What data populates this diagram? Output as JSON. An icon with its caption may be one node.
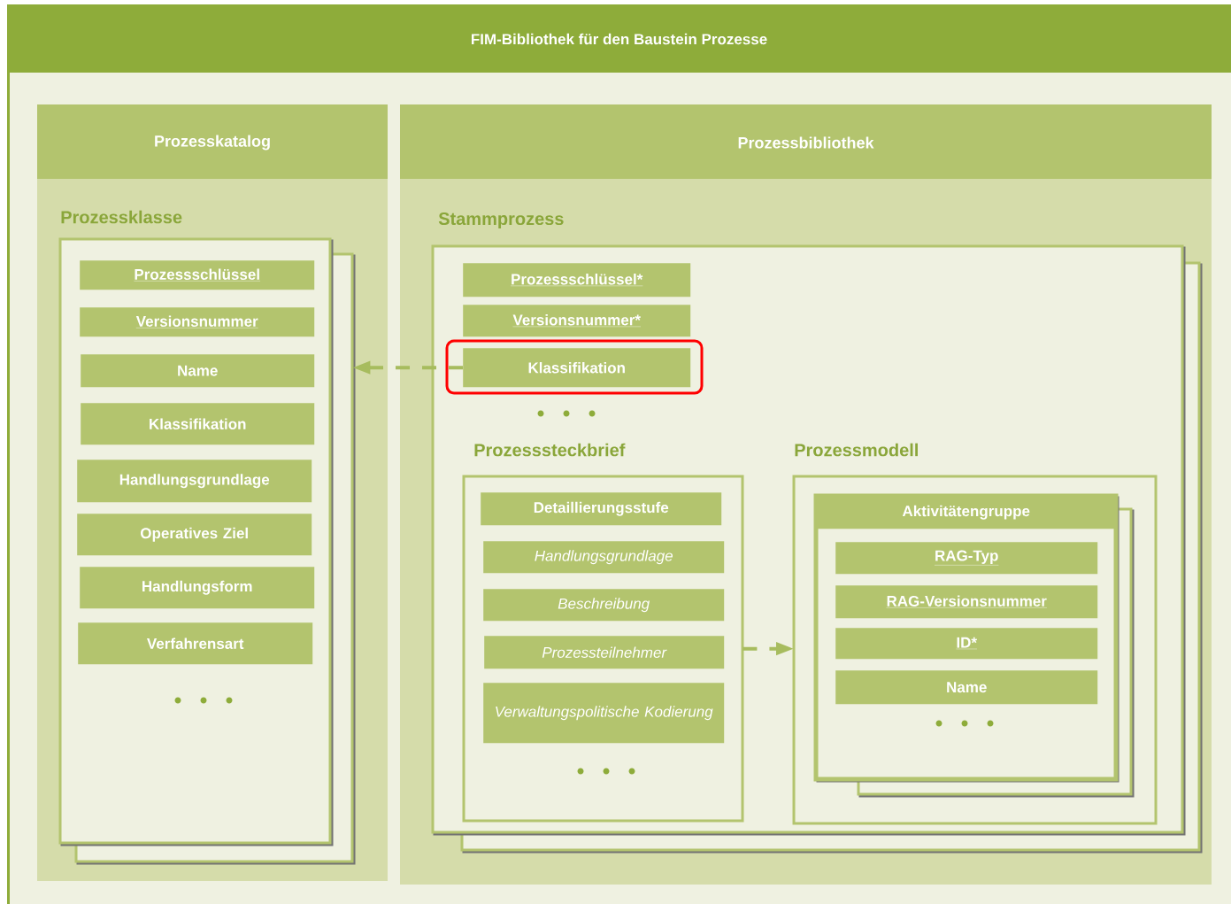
{
  "diagram": {
    "nodes": [
      {
        "text": [
          "FIM-Bibliothek für den Baustein Prozesse"
        ]
      },
      {
        "text": [
          "Prozesskatalog"
        ],
        "in": 0
      },
      {
        "text": [
          "Prozessklasse"
        ],
        "in": 1
      },
      {
        "text": [
          "Prozessschlüssel"
        ],
        "in": 2
      },
      {
        "text": [
          "Versionsnummer"
        ],
        "in": 2
      },
      {
        "text": [
          "Name"
        ],
        "in": 2
      },
      {
        "text": [
          "Klassifikation"
        ],
        "in": 2
      },
      {
        "text": [
          "Handlungsgrundlage"
        ],
        "in": 2
      },
      {
        "text": [
          "Operatives Ziel"
        ],
        "in": 2
      },
      {
        "text": [
          "Handlungsform"
        ],
        "in": 2
      },
      {
        "text": [
          "Verfahrensart"
        ],
        "in": 2
      },
      {
        "text": [
          "Prozessbibliothek"
        ],
        "in": 0
      },
      {
        "text": [
          "Stammprozess"
        ],
        "in": 11
      },
      {
        "text": [
          "Prozessschlüssel*"
        ],
        "in": 12
      },
      {
        "text": [
          "Versionsnummer*"
        ],
        "in": 12
      },
      {
        "text": [
          "Klassifikation"
        ],
        "in": 12
      },
      {
        "text": [
          "Prozesssteckbrief"
        ],
        "in": 12
      },
      {
        "text": [
          "Detaillierungsstufe"
        ],
        "in": 16
      },
      {
        "text": [
          "Handlungsgrundlage"
        ],
        "in": 16
      },
      {
        "text": [
          "Beschreibung"
        ],
        "in": 16
      },
      {
        "text": [
          "Prozessteilnehmer"
        ],
        "in": 16
      },
      {
        "text": [
          "Verwaltungspolitische Kodierung"
        ],
        "in": 16
      },
      {
        "text": [
          "Prozessmodell"
        ],
        "in": 12
      },
      {
        "text": [],
        "shape": "box",
        "in": 22
      },
      {
        "text": [
          "Aktivitätengruppe"
        ],
        "in": 23
      },
      {
        "text": [
          "RAG-Typ"
        ],
        "in": 23
      },
      {
        "text": [
          "RAG-Versionsnummer"
        ],
        "in": 23
      },
      {
        "text": [
          "ID*"
        ],
        "in": 23
      },
      {
        "text": [
          "Name"
        ],
        "in": 23
      }
    ],
    "edges": [
      {
        "from": 15,
        "to": 2,
        "arrow": "to",
        "style": "dashed"
      },
      {
        "from": 16,
        "to": 22,
        "arrow": "to",
        "style": "dashed"
      }
    ]
  }
}
